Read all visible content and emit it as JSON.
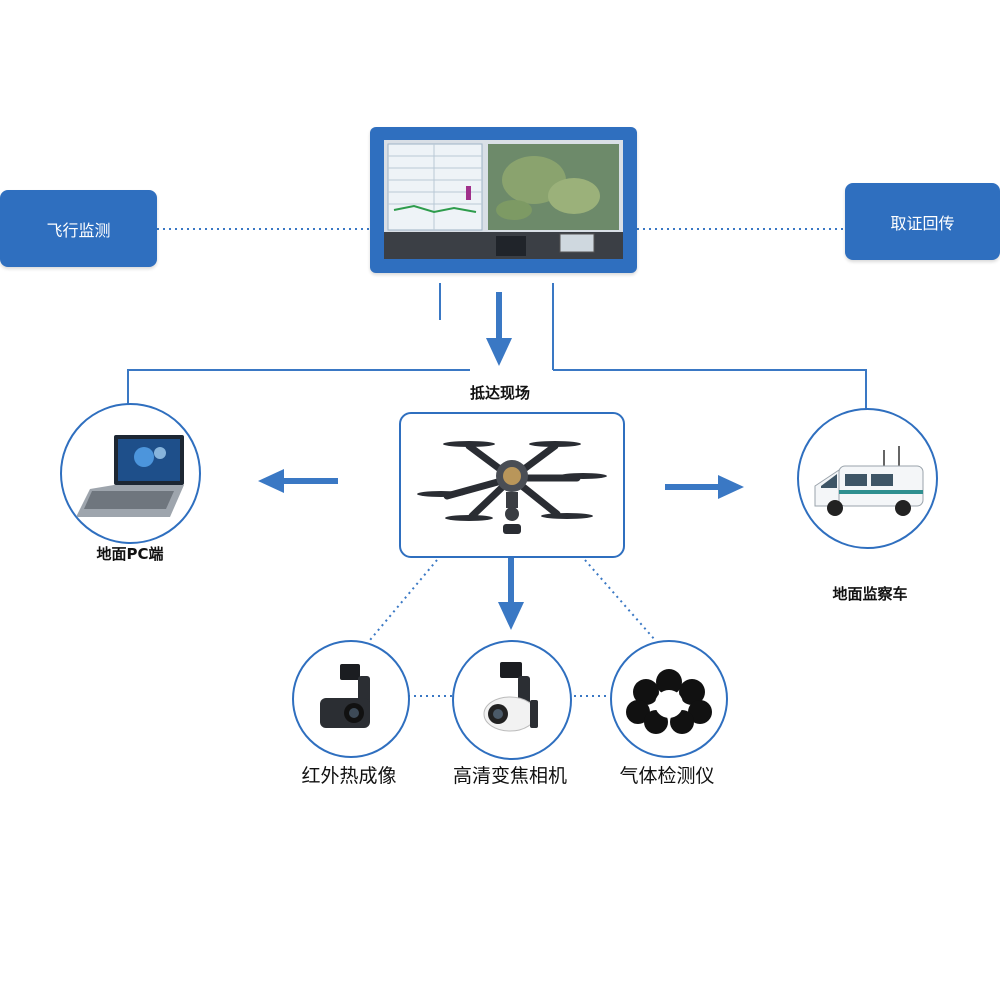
{
  "top_left_box": "飞行监测",
  "top_right_box": "取证回传",
  "center_caption": "抵达现场",
  "left_node": "地面PC端",
  "right_node": "地面监察车",
  "payloads": [
    "红外热成像",
    "高清变焦相机",
    "气体检测仪"
  ],
  "colors": {
    "accent": "#2f6fbf",
    "box": "#2f6fbf",
    "line": "#3a78c4"
  },
  "icons": {
    "monitor": "control-room-screen-icon",
    "drone": "hexacopter-drone-icon",
    "laptop": "laptop-icon",
    "van": "monitoring-van-icon",
    "thermal": "thermal-camera-icon",
    "zoom": "zoom-camera-icon",
    "gas": "gas-detector-icon"
  }
}
